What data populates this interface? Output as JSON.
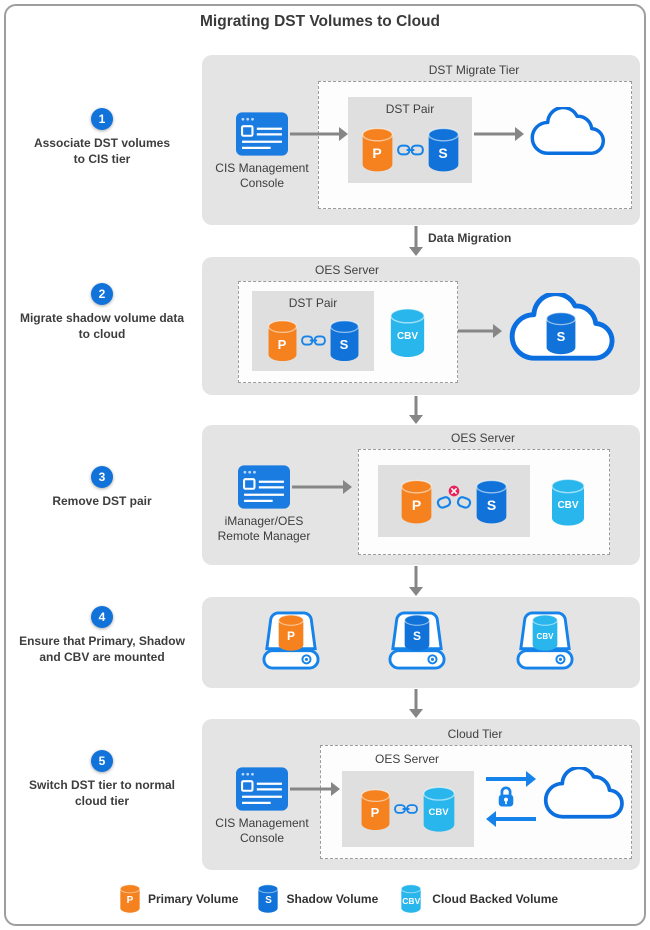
{
  "title": "Migrating DST Volumes to Cloud",
  "letters": {
    "p": "P",
    "s": "S",
    "cbv": "CBV"
  },
  "steps": [
    {
      "number": "1",
      "lines": [
        "Associate DST volumes",
        "to CIS tier"
      ]
    },
    {
      "number": "2",
      "lines": [
        "Migrate shadow volume data",
        "to cloud"
      ]
    },
    {
      "number": "3",
      "lines": [
        "Remove DST pair"
      ]
    },
    {
      "number": "4",
      "lines": [
        "Ensure that Primary, Shadow",
        "and CBV are mounted"
      ]
    },
    {
      "number": "5",
      "lines": [
        "Switch DST tier to normal",
        "cloud tier"
      ]
    }
  ],
  "flow": {
    "data_migration_label": "Data Migration"
  },
  "panel1": {
    "tier": "DST Migrate Tier",
    "console": "CIS Management Console",
    "pair": "DST Pair"
  },
  "panel2": {
    "server": "OES Server",
    "pair": "DST Pair"
  },
  "panel3": {
    "server": "OES Server",
    "console": "iManager/OES Remote Manager"
  },
  "panel5": {
    "tier": "Cloud Tier",
    "server": "OES Server",
    "console": "CIS Management Console"
  },
  "legend": [
    {
      "letter": "P",
      "label": "Primary Volume"
    },
    {
      "letter": "S",
      "label": "Shadow Volume"
    },
    {
      "letter": "CBV",
      "label": "Cloud Backed Volume"
    }
  ],
  "colors": {
    "primary_volume": "#F5821F",
    "shadow_volume": "#1173D9",
    "cloud_backed_volume": "#29B6EC",
    "accent_blue": "#1583E9",
    "badge_blue": "#1173D9",
    "panel_gray": "#E4E4E4",
    "error_red": "#E8245C",
    "arrow_gray": "#868686"
  }
}
